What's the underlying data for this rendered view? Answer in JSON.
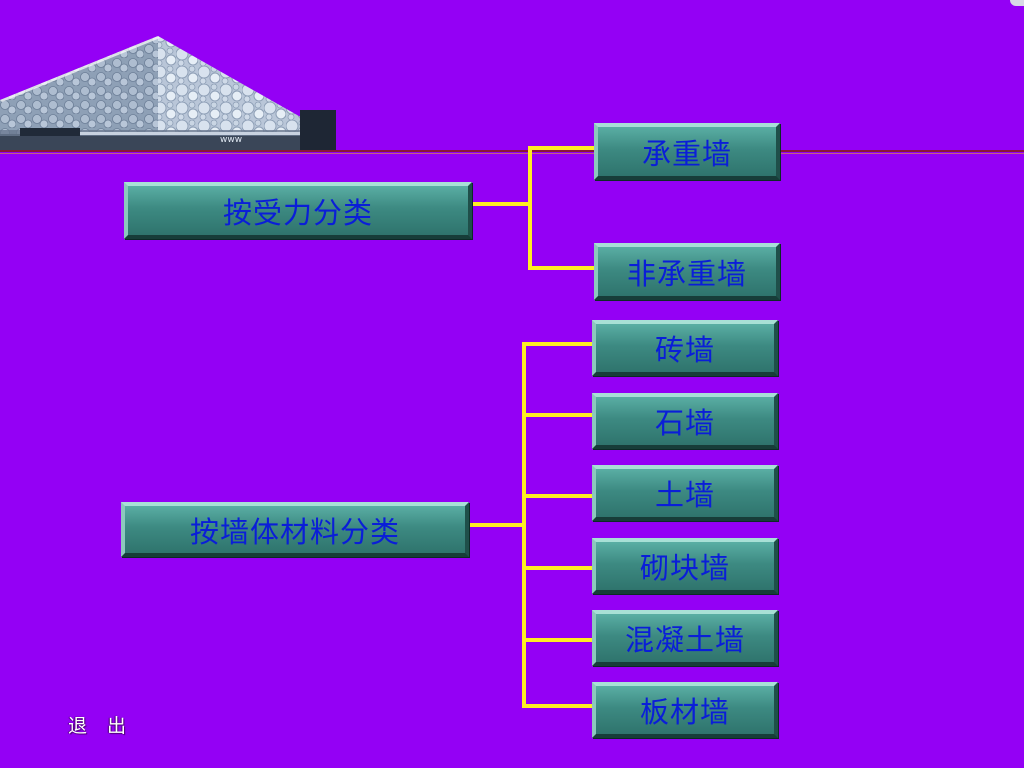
{
  "group1": {
    "label": "按受力分类",
    "children": [
      "承重墙",
      "非承重墙"
    ]
  },
  "group2": {
    "label": "按墙体材料分类",
    "children": [
      "砖墙",
      "石墙",
      "土墙",
      "砌块墙",
      "混凝土墙",
      "板材墙"
    ]
  },
  "exit": {
    "char1": "退",
    "char2": "出"
  },
  "colors": {
    "background": "#9400f5",
    "box_text": "#0a1ed8",
    "connector": "#ffee22",
    "box_fill": "#3d8a82"
  },
  "header_image": {
    "icon": "water-cube-building-photo"
  }
}
